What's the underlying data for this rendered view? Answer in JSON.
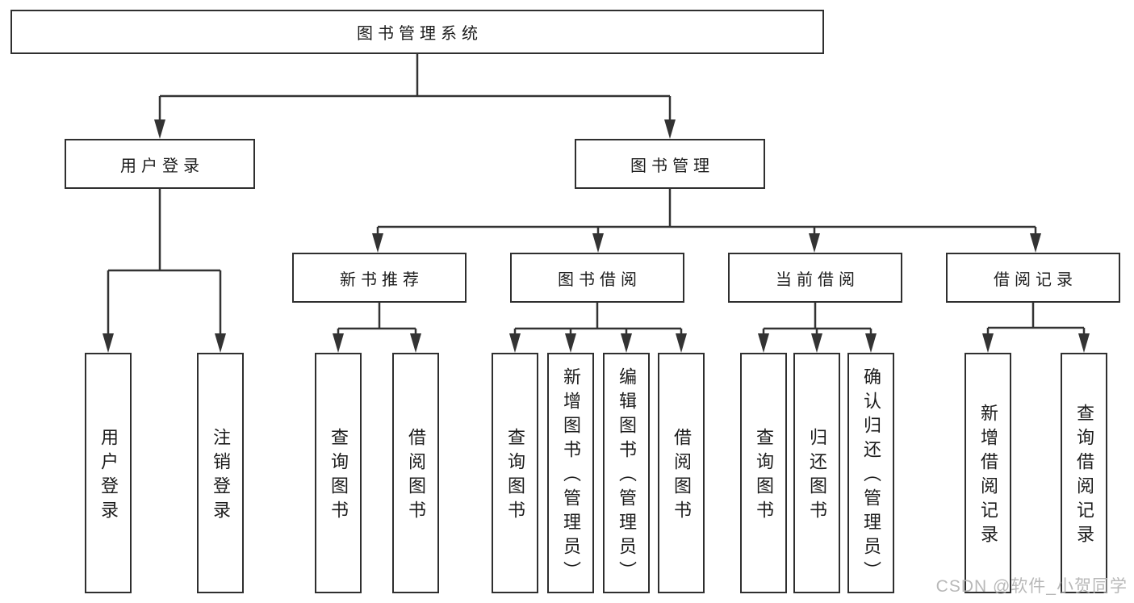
{
  "diagram": {
    "title_node": {
      "label": "图书管理系统"
    },
    "nodes": {
      "root": {
        "label": "图书管理系统"
      },
      "level2": [
        {
          "label": "用户登录",
          "parent": "图书管理系统"
        },
        {
          "label": "图书管理",
          "parent": "图书管理系统"
        }
      ],
      "level3": [
        {
          "label": "新书推荐",
          "parent": "图书管理"
        },
        {
          "label": "图书借阅",
          "parent": "图书管理"
        },
        {
          "label": "当前借阅",
          "parent": "图书管理"
        },
        {
          "label": "借阅记录",
          "parent": "图书管理"
        }
      ],
      "leaves": [
        {
          "label": "用户登录",
          "parent": "用户登录"
        },
        {
          "label": "注销登录",
          "parent": "用户登录"
        },
        {
          "label": "查询图书",
          "parent": "新书推荐"
        },
        {
          "label": "借阅图书",
          "parent": "新书推荐"
        },
        {
          "label": "查询图书",
          "parent": "图书借阅"
        },
        {
          "label": "新增图书（管理员）",
          "parent": "图书借阅"
        },
        {
          "label": "编辑图书（管理员）",
          "parent": "图书借阅"
        },
        {
          "label": "借阅图书",
          "parent": "图书借阅"
        },
        {
          "label": "查询图书",
          "parent": "当前借阅"
        },
        {
          "label": "归还图书",
          "parent": "当前借阅"
        },
        {
          "label": "确认归还（管理员）",
          "parent": "当前借阅"
        },
        {
          "label": "新增借阅记录",
          "parent": "借阅记录"
        },
        {
          "label": "查询借阅记录",
          "parent": "借阅记录"
        }
      ]
    },
    "colors": {
      "line": "#333333",
      "box_border": "#2f2f2f",
      "text": "#1c1c1c",
      "watermark": "#b3b3b3",
      "background": "#ffffff"
    }
  },
  "watermark": {
    "text": "CSDN @软件_小贺同学"
  }
}
